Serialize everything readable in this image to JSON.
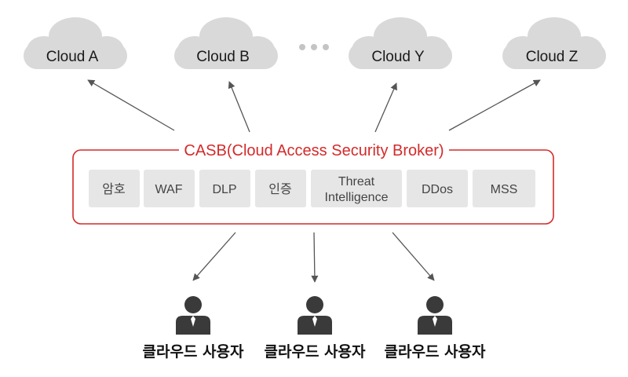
{
  "clouds": [
    {
      "label": "Cloud A"
    },
    {
      "label": "Cloud B"
    },
    {
      "label": "Cloud Y"
    },
    {
      "label": "Cloud Z"
    }
  ],
  "casb": {
    "title": "CASB(Cloud Access Security Broker)",
    "border_color": "#d42a2a",
    "modules": [
      {
        "lines": [
          "암호"
        ]
      },
      {
        "lines": [
          "WAF"
        ]
      },
      {
        "lines": [
          "DLP"
        ]
      },
      {
        "lines": [
          "인증"
        ]
      },
      {
        "lines": [
          "Threat",
          "Intelligence"
        ]
      },
      {
        "lines": [
          "DDos"
        ]
      },
      {
        "lines": [
          "MSS"
        ]
      }
    ]
  },
  "users": [
    {
      "label": "클라우드 사용자"
    },
    {
      "label": "클라우드 사용자"
    },
    {
      "label": "클라우드 사용자"
    }
  ],
  "colors": {
    "cloud_fill": "#d9d9d9",
    "module_fill": "#e6e6e6",
    "arrow": "#555555",
    "user_icon": "#3a3a3a"
  }
}
